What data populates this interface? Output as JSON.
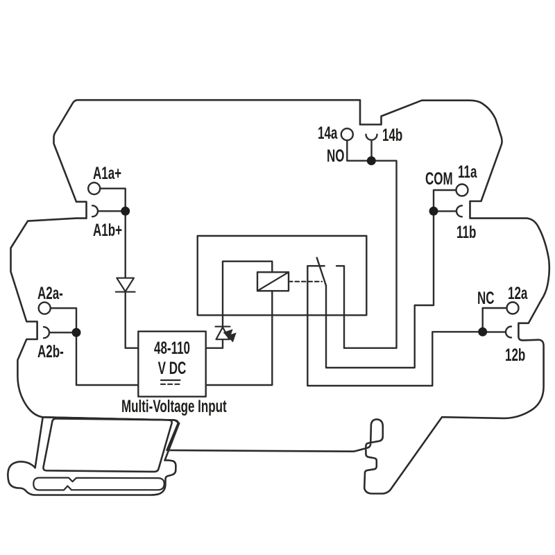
{
  "diagram": {
    "type": "relay-module-wiring-diagram",
    "labels": {
      "a1a": "A1a+",
      "a1b": "A1b+",
      "a2a": "A2a-",
      "a2b": "A2b-",
      "t14a": "14a",
      "t14b": "14b",
      "no": "NO",
      "com": "COM",
      "t11a": "11a",
      "t11b": "11b",
      "nc": "NC",
      "t12a": "12a",
      "t12b": "12b"
    },
    "input_box": {
      "range": "48-110",
      "unit": "V DC"
    },
    "caption": "Multi-Voltage Input",
    "colors": {
      "line": "#2b2b2b",
      "text": "#1d1d1b",
      "background": "#ffffff"
    }
  }
}
